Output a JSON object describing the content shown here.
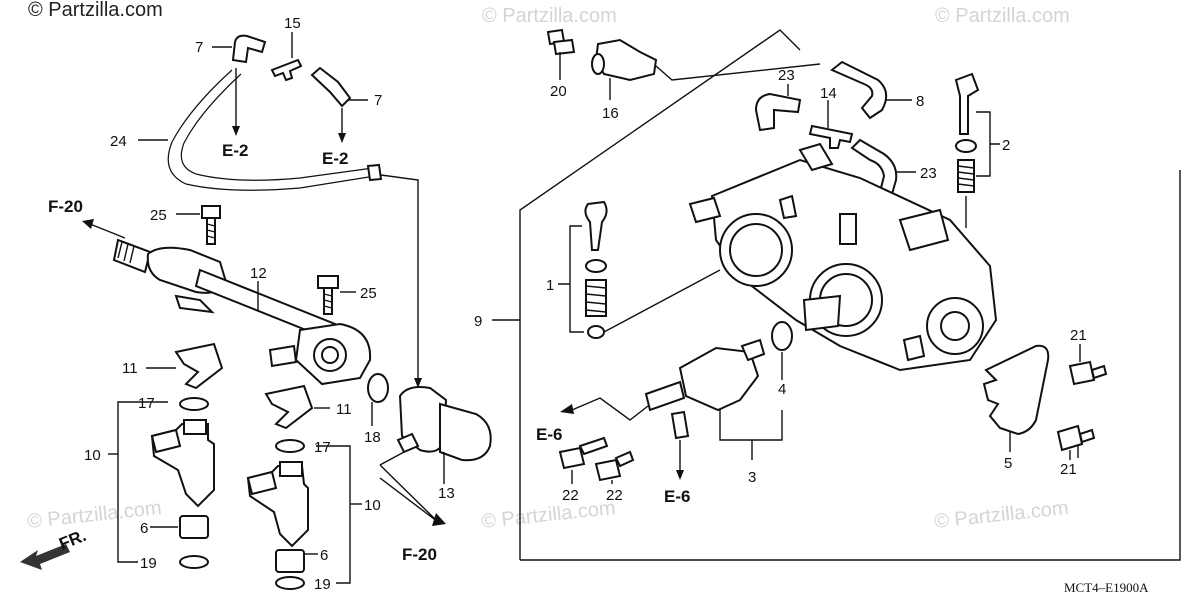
{
  "watermark": {
    "copyright": "© Partzilla.com",
    "diagram_code": "MCT4–E1900A"
  },
  "references": {
    "e2": "E-2",
    "e6": "E-6",
    "f20": "F-20",
    "front": "FR."
  },
  "callouts": {
    "n1": "1",
    "n2": "2",
    "n3": "3",
    "n4": "4",
    "n5": "5",
    "n6": "6",
    "n7": "7",
    "n8": "8",
    "n9": "9",
    "n10": "10",
    "n11": "11",
    "n12": "12",
    "n13": "13",
    "n14": "14",
    "n15": "15",
    "n16": "16",
    "n17": "17",
    "n18": "18",
    "n19": "19",
    "n20": "20",
    "n21": "21",
    "n22": "22",
    "n23": "23",
    "n24": "24",
    "n25": "25"
  }
}
